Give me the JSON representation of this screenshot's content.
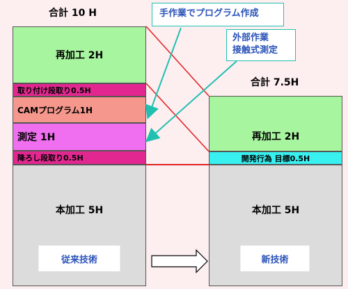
{
  "left_column": {
    "total_label": "合計 10 H",
    "blocks": [
      {
        "id": "rework",
        "label": "再加工 2H",
        "color": "#a8f5a0"
      },
      {
        "id": "setup_attach",
        "label": "取り付け段取り0.5H",
        "color": "#e22890"
      },
      {
        "id": "cam",
        "label": "CAMプログラム1H",
        "color": "#f5978c"
      },
      {
        "id": "measure",
        "label": "測定 1H",
        "color": "#f06ef0"
      },
      {
        "id": "setup_remove",
        "label": "降ろし段取り0.5H",
        "color": "#e22890"
      },
      {
        "id": "main_machining",
        "label": "本加工 5H",
        "color": "#dcdcdc"
      }
    ],
    "tag": "従来技術"
  },
  "right_column": {
    "total_label": "合計 7.5H",
    "blocks": [
      {
        "id": "rework",
        "label": "再加工 2H",
        "color": "#a8f5a0"
      },
      {
        "id": "dev_target",
        "label": "開発行為 目標0.5H",
        "color": "#38f0f0"
      },
      {
        "id": "main_machining",
        "label": "本加工 5H",
        "color": "#dcdcdc"
      }
    ],
    "tag": "新技術"
  },
  "callouts": {
    "manual": "手作業でプログラム作成",
    "external_line1": "外部作業",
    "external_line2": "接触式測定"
  },
  "colors": {
    "connector_line": "#e02020",
    "callout_arrow": "#20c0b0",
    "callout_text": "#2a52b8"
  }
}
